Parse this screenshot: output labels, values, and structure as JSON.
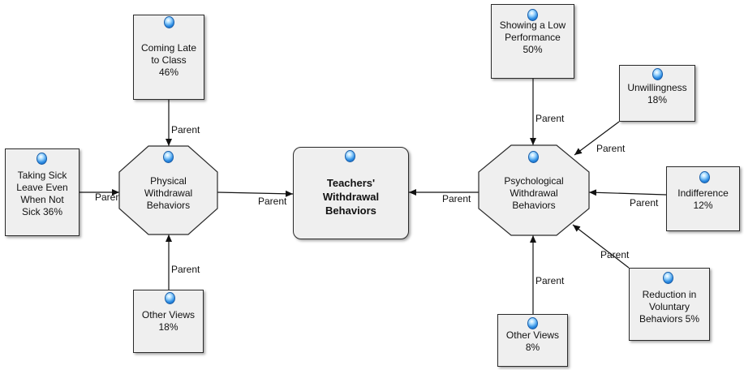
{
  "colors": {
    "node_fill": "#efefef",
    "border": "#2a2a2a",
    "bubble": "#2a8be3",
    "edge": "#111111"
  },
  "icons": {
    "node_marker": "blue-sphere-icon"
  },
  "center": {
    "label": "Teachers'\nWithdrawal\nBehaviors"
  },
  "physical": {
    "label": "Physical\nWithdrawal\nBehaviors"
  },
  "psychological": {
    "label": "Psychological\nWithdrawal\nBehaviors"
  },
  "nodes": {
    "coming_late": "Coming Late\nto Class\n46%",
    "sick_leave": "Taking Sick\nLeave Even\nWhen Not\nSick 36%",
    "other_views_physical": "Other Views\n18%",
    "low_performance": "Showing a Low\nPerformance\n50%",
    "unwillingness": "Unwillingness\n18%",
    "indifference": "Indifference\n12%",
    "voluntary": "Reduction in\nVoluntary\nBehaviors 5%",
    "other_views_psych": "Other Views\n8%"
  },
  "edge_label": "Parent"
}
